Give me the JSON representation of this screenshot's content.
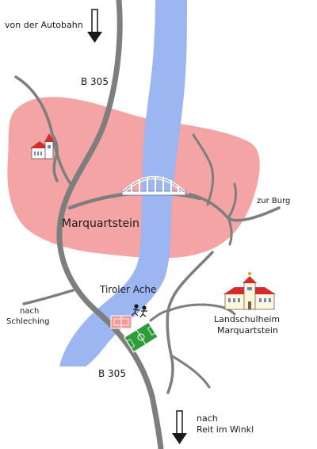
{
  "labels": {
    "from_autobahn": "von der Autobahn",
    "road_top": "B 305",
    "town": "Marquartstein",
    "to_castle": "zur Burg",
    "river": "Tiroler Ache",
    "to_schleching_1": "nach",
    "to_schleching_2": "Schleching",
    "school_1": "Landschulheim",
    "school_2": "Marquartstein",
    "road_bottom": "B 305",
    "to_reit_1": "nach",
    "to_reit_2": "Reit im Winkl"
  },
  "colors": {
    "river": "#9bb6f0",
    "town_area": "#f4a4a4",
    "road": "#7e7e7e",
    "bridge": "#ffffff",
    "pitch": "#2e9c38",
    "court": "#f09a9a",
    "school_roof": "#d42c2c"
  },
  "icons": [
    "church-icon",
    "bridge-icon",
    "school-building-icon",
    "football-pitch-icon",
    "sports-court-icon",
    "players-icon",
    "arrow-down-icon"
  ]
}
